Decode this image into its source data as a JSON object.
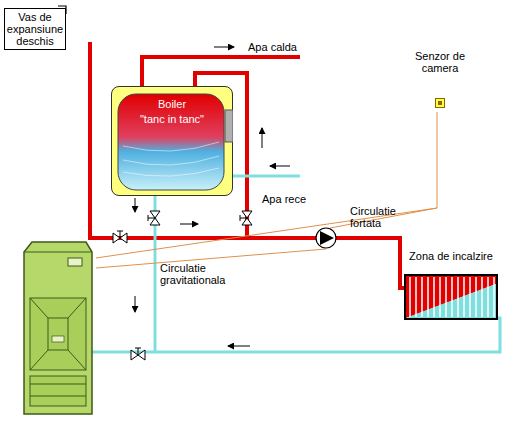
{
  "diagram": {
    "nodes": [
      {
        "text": [
          "Vas de expansiune deschis"
        ]
      },
      {
        "text": [
          "Boiler",
          "\"tanc in tanc\""
        ]
      },
      {
        "text": [
          "Senzor de camera"
        ]
      },
      {
        "text": [
          "Zona de incalzire"
        ]
      }
    ],
    "edges": [
      {
        "from": 1,
        "to": 3,
        "arrow": "none"
      }
    ],
    "labels": [
      "Apa calda",
      "Apa rece",
      "Circulatie fortata",
      "Circulatie gravitationala"
    ]
  }
}
